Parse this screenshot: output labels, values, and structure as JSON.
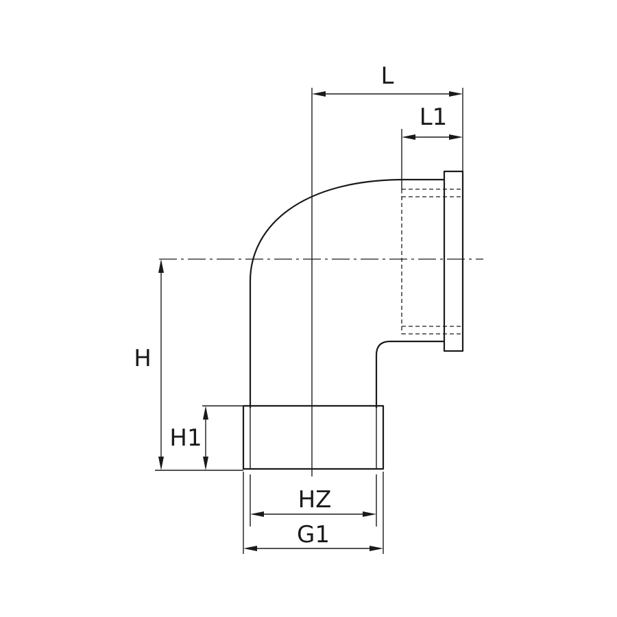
{
  "dimensions": {
    "L": "L",
    "L1": "L1",
    "H": "H",
    "H1": "H1",
    "HZ": "HZ",
    "G1": "G1"
  },
  "colors": {
    "line": "#1a1a1a",
    "background": "#ffffff"
  }
}
